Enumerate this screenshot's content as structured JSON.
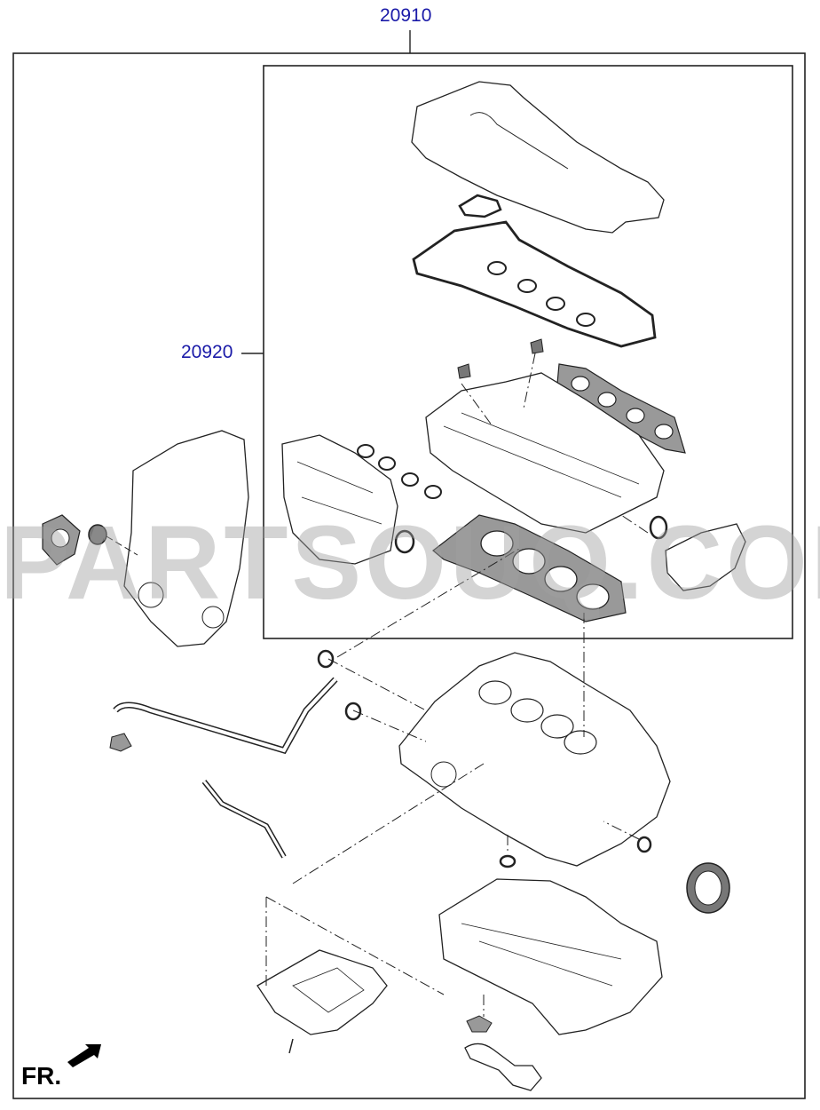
{
  "callouts": {
    "assembly_number": "20910",
    "subkit_number": "20920"
  },
  "direction": {
    "label": "FR."
  },
  "watermark": "PARTSOUQ.COM",
  "colors": {
    "callout_text": "#1a1aa8",
    "line_art": "#222222",
    "gasket_fill": "#777777",
    "watermark": "#a0a0a0"
  }
}
